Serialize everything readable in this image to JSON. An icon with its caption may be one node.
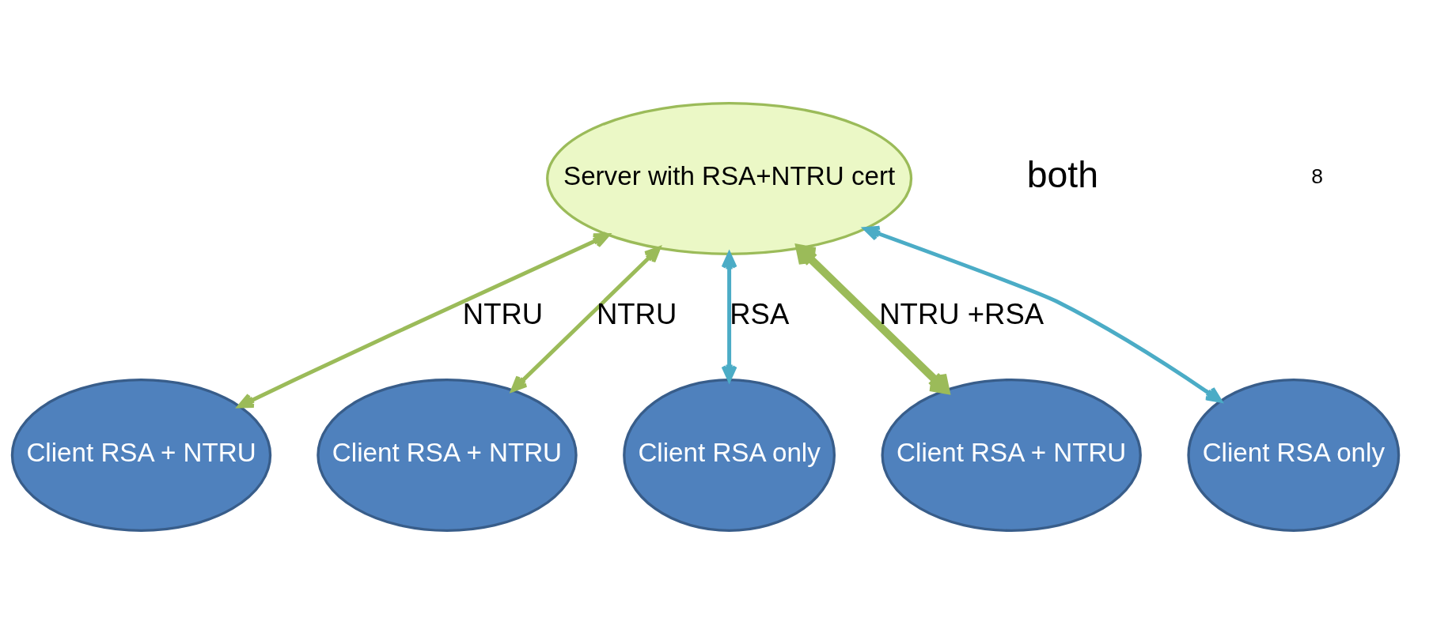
{
  "diagram": {
    "nodes": [
      {
        "text": [
          "Server with RSA+NTRU cert"
        ]
      },
      {
        "text": [
          "Client RSA + NTRU"
        ]
      },
      {
        "text": [
          "Client RSA + NTRU"
        ]
      },
      {
        "text": [
          "Client RSA only"
        ]
      },
      {
        "text": [
          "Client RSA + NTRU"
        ]
      },
      {
        "text": [
          "Client RSA only"
        ]
      }
    ],
    "edges": [
      {
        "from": 0,
        "to": 1,
        "arrow": "both",
        "label": "NTRU"
      },
      {
        "from": 0,
        "to": 2,
        "arrow": "both",
        "label": "NTRU"
      },
      {
        "from": 0,
        "to": 3,
        "arrow": "both",
        "label": "RSA",
        "color": "#4bacc6"
      },
      {
        "from": 0,
        "to": 4,
        "arrow": "both",
        "label": "NTRU +RSA",
        "style": "thick"
      },
      {
        "from": 0,
        "to": 5,
        "arrow": "both",
        "color": "#4bacc6"
      }
    ],
    "labels": [
      "both",
      "8"
    ]
  }
}
